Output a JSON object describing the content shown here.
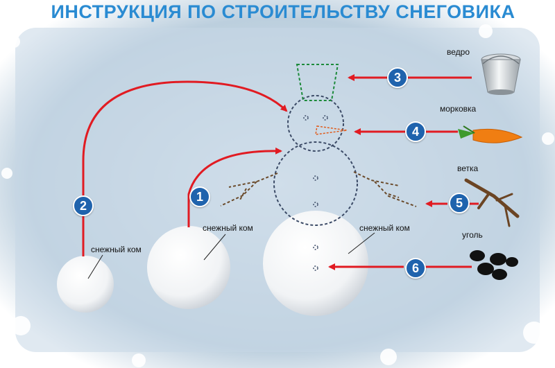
{
  "title": "ИНСТРУКЦИЯ ПО СТРОИТЕЛЬСТВУ СНЕГОВИКА",
  "labels": {
    "snowball": "снежный ком",
    "bucket": "ведро",
    "carrot": "морковка",
    "branch": "ветка",
    "coal": "уголь"
  },
  "steps": [
    "1",
    "2",
    "3",
    "4",
    "5",
    "6"
  ],
  "colors": {
    "title": "#2a8bd2",
    "step_circle": "#1f63ad",
    "arrow": "#e11b22",
    "background": "#c9d9e6"
  }
}
